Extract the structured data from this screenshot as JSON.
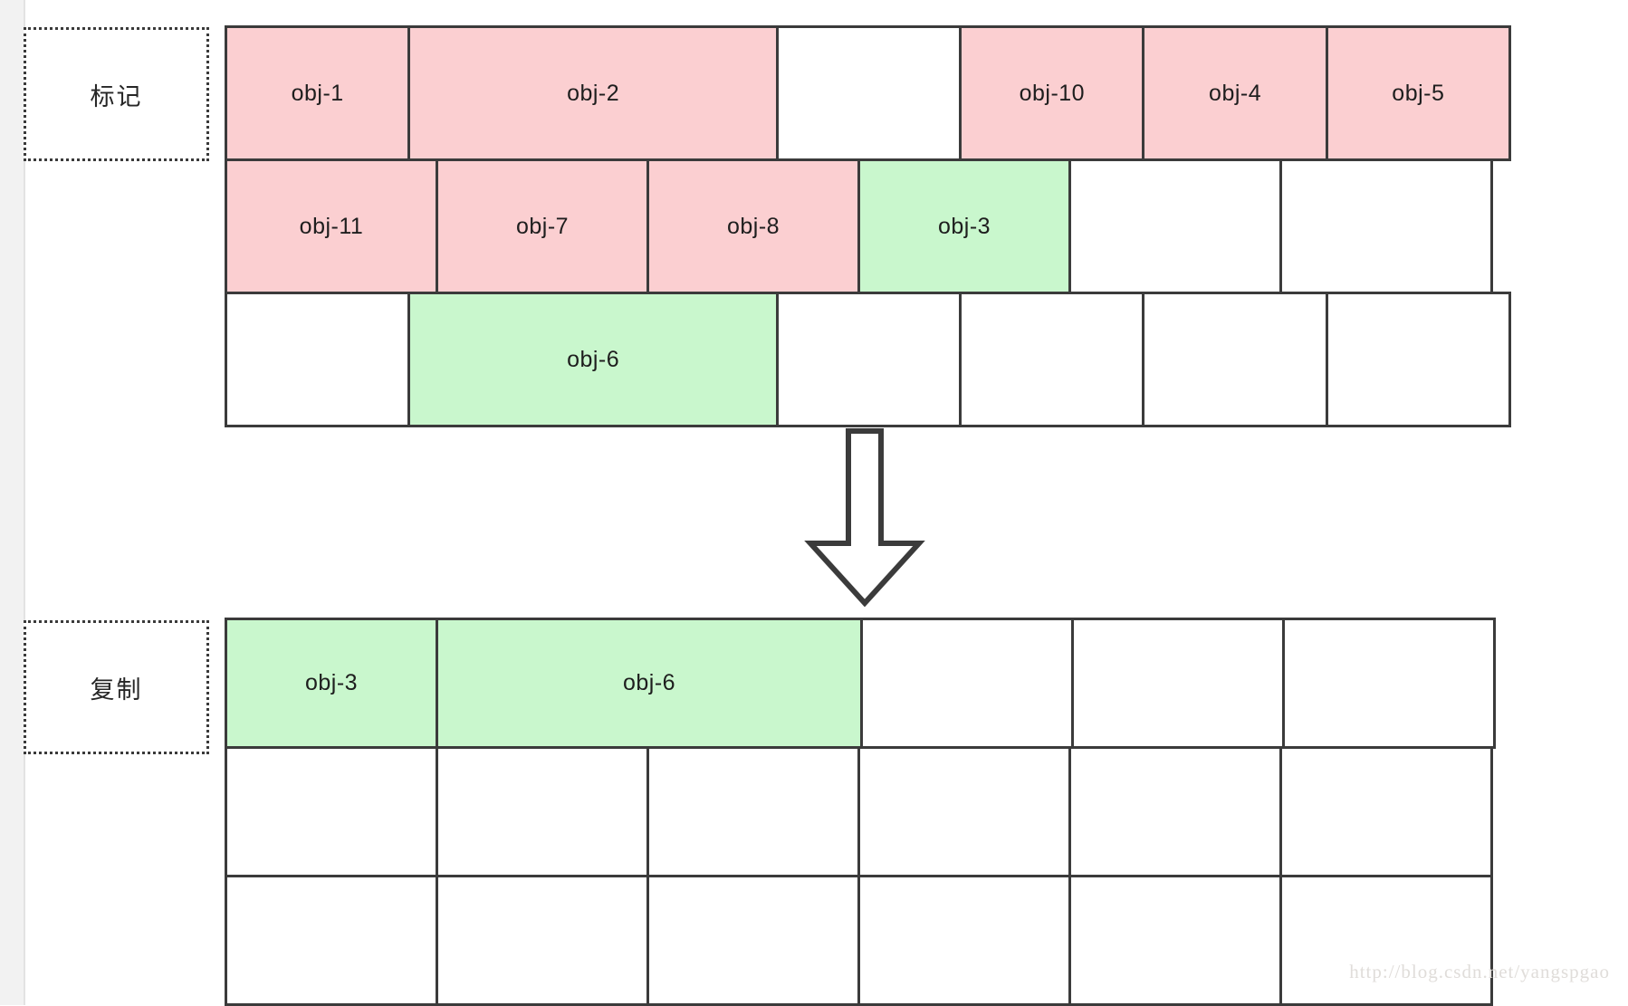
{
  "diagram": {
    "title": "mark-and-copy-gc-diagram",
    "colors": {
      "marked_fill": "#fbcfd1",
      "copied_fill": "#c9f7cd",
      "empty_fill": "#ffffff",
      "cell_border": "#3b3b3b",
      "label_border": "#3a3a3a",
      "watermark": "#e0ddda"
    }
  },
  "labels": {
    "mark": "标记",
    "copy": "复制"
  },
  "arrow": {
    "name": "down-arrow",
    "direction": "down"
  },
  "top_grid": {
    "name": "mark-phase-heap",
    "columns": 6,
    "rows": [
      [
        {
          "label": "obj-1",
          "state": "marked",
          "span": 1
        },
        {
          "label": "obj-2",
          "state": "marked",
          "span": 2
        },
        {
          "label": "",
          "state": "empty",
          "span": 1
        },
        {
          "label": "obj-10",
          "state": "marked",
          "span": 1
        },
        {
          "label": "obj-4",
          "state": "marked",
          "span": 1
        },
        {
          "label": "obj-5",
          "state": "marked",
          "span": 1
        }
      ],
      [
        {
          "label": "obj-11",
          "state": "marked",
          "span": 1
        },
        {
          "label": "obj-7",
          "state": "marked",
          "span": 1
        },
        {
          "label": "obj-8",
          "state": "marked",
          "span": 1
        },
        {
          "label": "obj-3",
          "state": "copied",
          "span": 1
        },
        {
          "label": "",
          "state": "empty",
          "span": 1
        },
        {
          "label": "",
          "state": "empty",
          "span": 1
        }
      ],
      [
        {
          "label": "",
          "state": "empty",
          "span": 1
        },
        {
          "label": "obj-6",
          "state": "copied",
          "span": 2
        },
        {
          "label": "",
          "state": "empty",
          "span": 1
        },
        {
          "label": "",
          "state": "empty",
          "span": 1
        },
        {
          "label": "",
          "state": "empty",
          "span": 1
        },
        {
          "label": "",
          "state": "empty",
          "span": 1
        }
      ]
    ]
  },
  "bottom_grid": {
    "name": "copy-phase-heap",
    "columns": 6,
    "rows": [
      [
        {
          "label": "obj-3",
          "state": "copied",
          "span": 1
        },
        {
          "label": "obj-6",
          "state": "copied",
          "span": 2
        },
        {
          "label": "",
          "state": "empty",
          "span": 1
        },
        {
          "label": "",
          "state": "empty",
          "span": 1
        },
        {
          "label": "",
          "state": "empty",
          "span": 1
        }
      ],
      [
        {
          "label": "",
          "state": "empty",
          "span": 1
        },
        {
          "label": "",
          "state": "empty",
          "span": 1
        },
        {
          "label": "",
          "state": "empty",
          "span": 1
        },
        {
          "label": "",
          "state": "empty",
          "span": 1
        },
        {
          "label": "",
          "state": "empty",
          "span": 1
        },
        {
          "label": "",
          "state": "empty",
          "span": 1
        }
      ],
      [
        {
          "label": "",
          "state": "empty",
          "span": 1
        },
        {
          "label": "",
          "state": "empty",
          "span": 1
        },
        {
          "label": "",
          "state": "empty",
          "span": 1
        },
        {
          "label": "",
          "state": "empty",
          "span": 1
        },
        {
          "label": "",
          "state": "empty",
          "span": 1
        },
        {
          "label": "",
          "state": "empty",
          "span": 1
        }
      ]
    ]
  },
  "watermark": {
    "text": "http://blog.csdn.net/yangspgao"
  }
}
